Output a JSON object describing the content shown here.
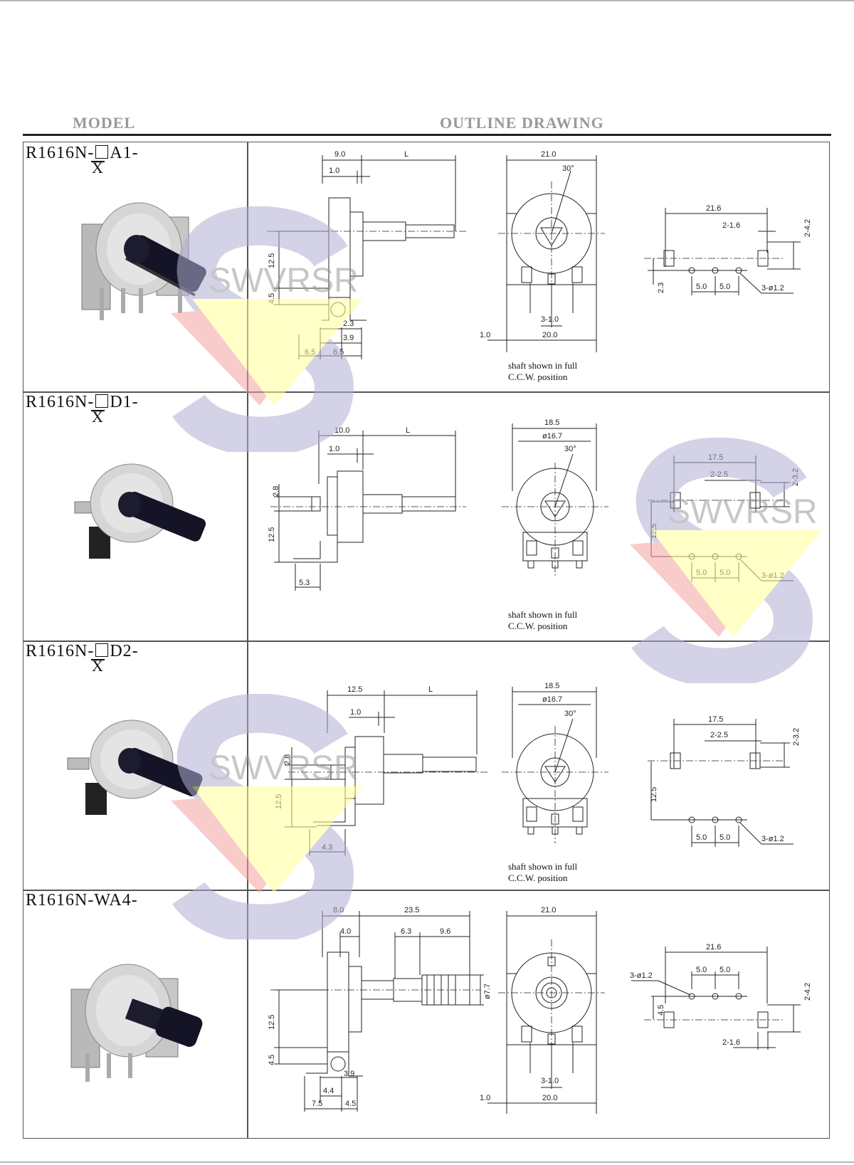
{
  "headers": {
    "model": "MODEL",
    "outline": "OUTLINE DRAWING"
  },
  "watermark": {
    "text": "SWVRSR"
  },
  "rows": [
    {
      "model_prefix": "R1616N-",
      "model_suffix": "A1-",
      "model_sub": "X",
      "side": {
        "top_a": "9.0",
        "top_b": "L",
        "small": "1.0",
        "h1": "12.5",
        "h2": "4.5",
        "b1": "2.3",
        "b2": "3.9",
        "b3": "6.5",
        "b4": "6.5"
      },
      "front": {
        "width": "21.0",
        "angle": "30°",
        "pins": "3-1.0",
        "base": "20.0",
        "edge": "1.0"
      },
      "pcb": {
        "span": "21.6",
        "slot": "2-1.6",
        "tab": "2-4.2",
        "offset": "2.3",
        "p1": "5.0",
        "p2": "5.0",
        "holes": "3-ø1.2"
      },
      "note_line1": "shaft shown in full",
      "note_line2": "C.C.W. position"
    },
    {
      "model_prefix": "R1616N-",
      "model_suffix": "D1-",
      "model_sub": "X",
      "side": {
        "top_a": "10.0",
        "top_b": "L",
        "small": "1.0",
        "h1": "2.8",
        "h2": "12.5",
        "b1": "5.3"
      },
      "front": {
        "width": "18.5",
        "inner": "ø16.7",
        "angle": "30°"
      },
      "pcb": {
        "span": "17.5",
        "slot": "2-2.5",
        "tab": "2-3.2",
        "height": "12.5",
        "p1": "5.0",
        "p2": "5.0",
        "holes": "3-ø1.2"
      },
      "note_line1": "shaft shown in full",
      "note_line2": "C.C.W. position"
    },
    {
      "model_prefix": "R1616N-",
      "model_suffix": "D2-",
      "model_sub": "X",
      "side": {
        "top_a": "12.5",
        "top_b": "L",
        "small": "1.0",
        "h1": "2.8",
        "h2": "12.5",
        "b1": "4.3"
      },
      "front": {
        "width": "18.5",
        "inner": "ø16.7",
        "angle": "30°"
      },
      "pcb": {
        "span": "17.5",
        "slot": "2-2.5",
        "tab": "2-3.2",
        "height": "12.5",
        "p1": "5.0",
        "p2": "5.0",
        "holes": "3-ø1.2"
      },
      "note_line1": "shaft shown in full",
      "note_line2": "C.C.W. position"
    },
    {
      "model_prefix": "R1616N-WA4-",
      "side": {
        "top_a": "8.0",
        "top_b": "23.5",
        "small": "4.0",
        "c1": "6.3",
        "c2": "9.6",
        "dia": "ø7.7",
        "h1": "12.5",
        "h2": "4.5",
        "b1": "3.9",
        "b2": "4.4",
        "b3": "7.5",
        "b4": "4.5"
      },
      "front": {
        "width": "21.0",
        "pins": "3-1.0",
        "base": "20.0",
        "edge": "1.0"
      },
      "pcb": {
        "span": "21.6",
        "holes": "3-ø1.2",
        "p1": "5.0",
        "p2": "5.0",
        "offset": "4.5",
        "tab": "2-4.2",
        "slot": "2-1.6"
      }
    }
  ]
}
